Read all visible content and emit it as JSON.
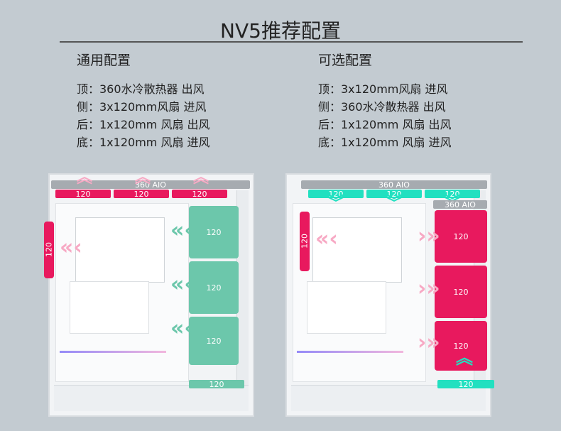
{
  "title": "NV5推荐配置",
  "general": {
    "heading": "通用配置",
    "lines": [
      "顶：360水冷散热器 出风",
      "侧：3x120mm风扇 进风",
      "后：1x120mm 风扇 出风",
      "底：1x120mm 风扇 进风"
    ]
  },
  "optional": {
    "heading": "可选配置",
    "lines": [
      "顶：3x120mm风扇 进风",
      "侧：360水冷散热器 出风",
      "后：1x120mm 风扇 出风",
      "底：1x120mm 风扇 进风"
    ]
  },
  "left_case": {
    "aio_label": "360 AIO",
    "top_fans": [
      "120",
      "120",
      "120"
    ],
    "rear_fan": "120",
    "side_fans": [
      "120",
      "120",
      "120"
    ],
    "bottom_fan": "120"
  },
  "right_case": {
    "aio_label": "360 AIO",
    "top_fans": [
      "120",
      "120",
      "120"
    ],
    "rear_fan": "120",
    "side_aio_label": "360 AIO",
    "side_fans": [
      "120",
      "120",
      "120"
    ],
    "bottom_fan": "120"
  },
  "colors": {
    "pink": "#e8195e",
    "teal": "#6cc7ab",
    "cyan": "#22e0c0",
    "light_pink": "#f7a9c4",
    "gray_bar": "#a6abb0"
  }
}
